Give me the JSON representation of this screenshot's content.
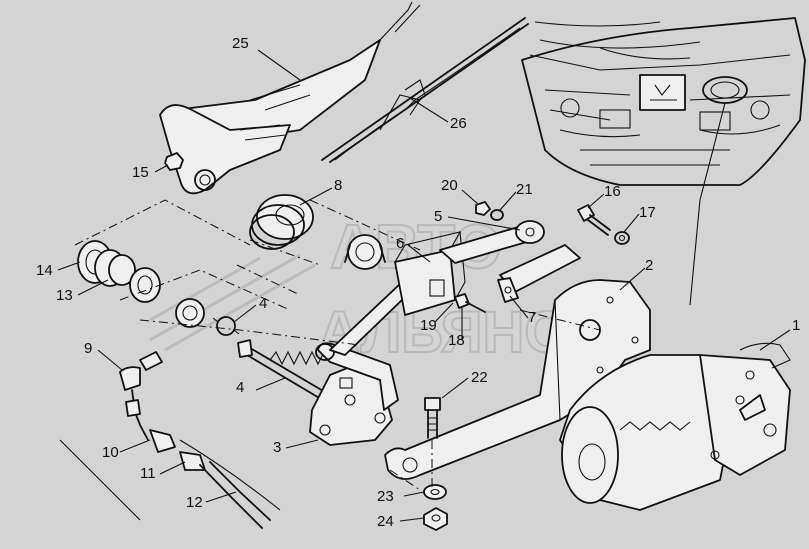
{
  "watermark": {
    "line1": "АВТО",
    "line2": "АЛЬЯНС"
  },
  "callouts": [
    {
      "id": "1",
      "label": "1"
    },
    {
      "id": "2",
      "label": "2"
    },
    {
      "id": "3",
      "label": "3"
    },
    {
      "id": "4a",
      "label": "4"
    },
    {
      "id": "4b",
      "label": "4"
    },
    {
      "id": "5",
      "label": "5"
    },
    {
      "id": "6",
      "label": "6"
    },
    {
      "id": "7",
      "label": "7"
    },
    {
      "id": "8",
      "label": "8"
    },
    {
      "id": "9",
      "label": "9"
    },
    {
      "id": "10",
      "label": "10"
    },
    {
      "id": "11",
      "label": "11"
    },
    {
      "id": "12",
      "label": "12"
    },
    {
      "id": "13",
      "label": "13"
    },
    {
      "id": "14",
      "label": "14"
    },
    {
      "id": "15",
      "label": "15"
    },
    {
      "id": "16",
      "label": "16"
    },
    {
      "id": "17",
      "label": "17"
    },
    {
      "id": "18",
      "label": "18"
    },
    {
      "id": "19",
      "label": "19"
    },
    {
      "id": "20",
      "label": "20"
    },
    {
      "id": "21",
      "label": "21"
    },
    {
      "id": "22",
      "label": "22"
    },
    {
      "id": "23",
      "label": "23"
    },
    {
      "id": "24",
      "label": "24"
    },
    {
      "id": "25",
      "label": "25"
    },
    {
      "id": "26",
      "label": "26"
    }
  ]
}
